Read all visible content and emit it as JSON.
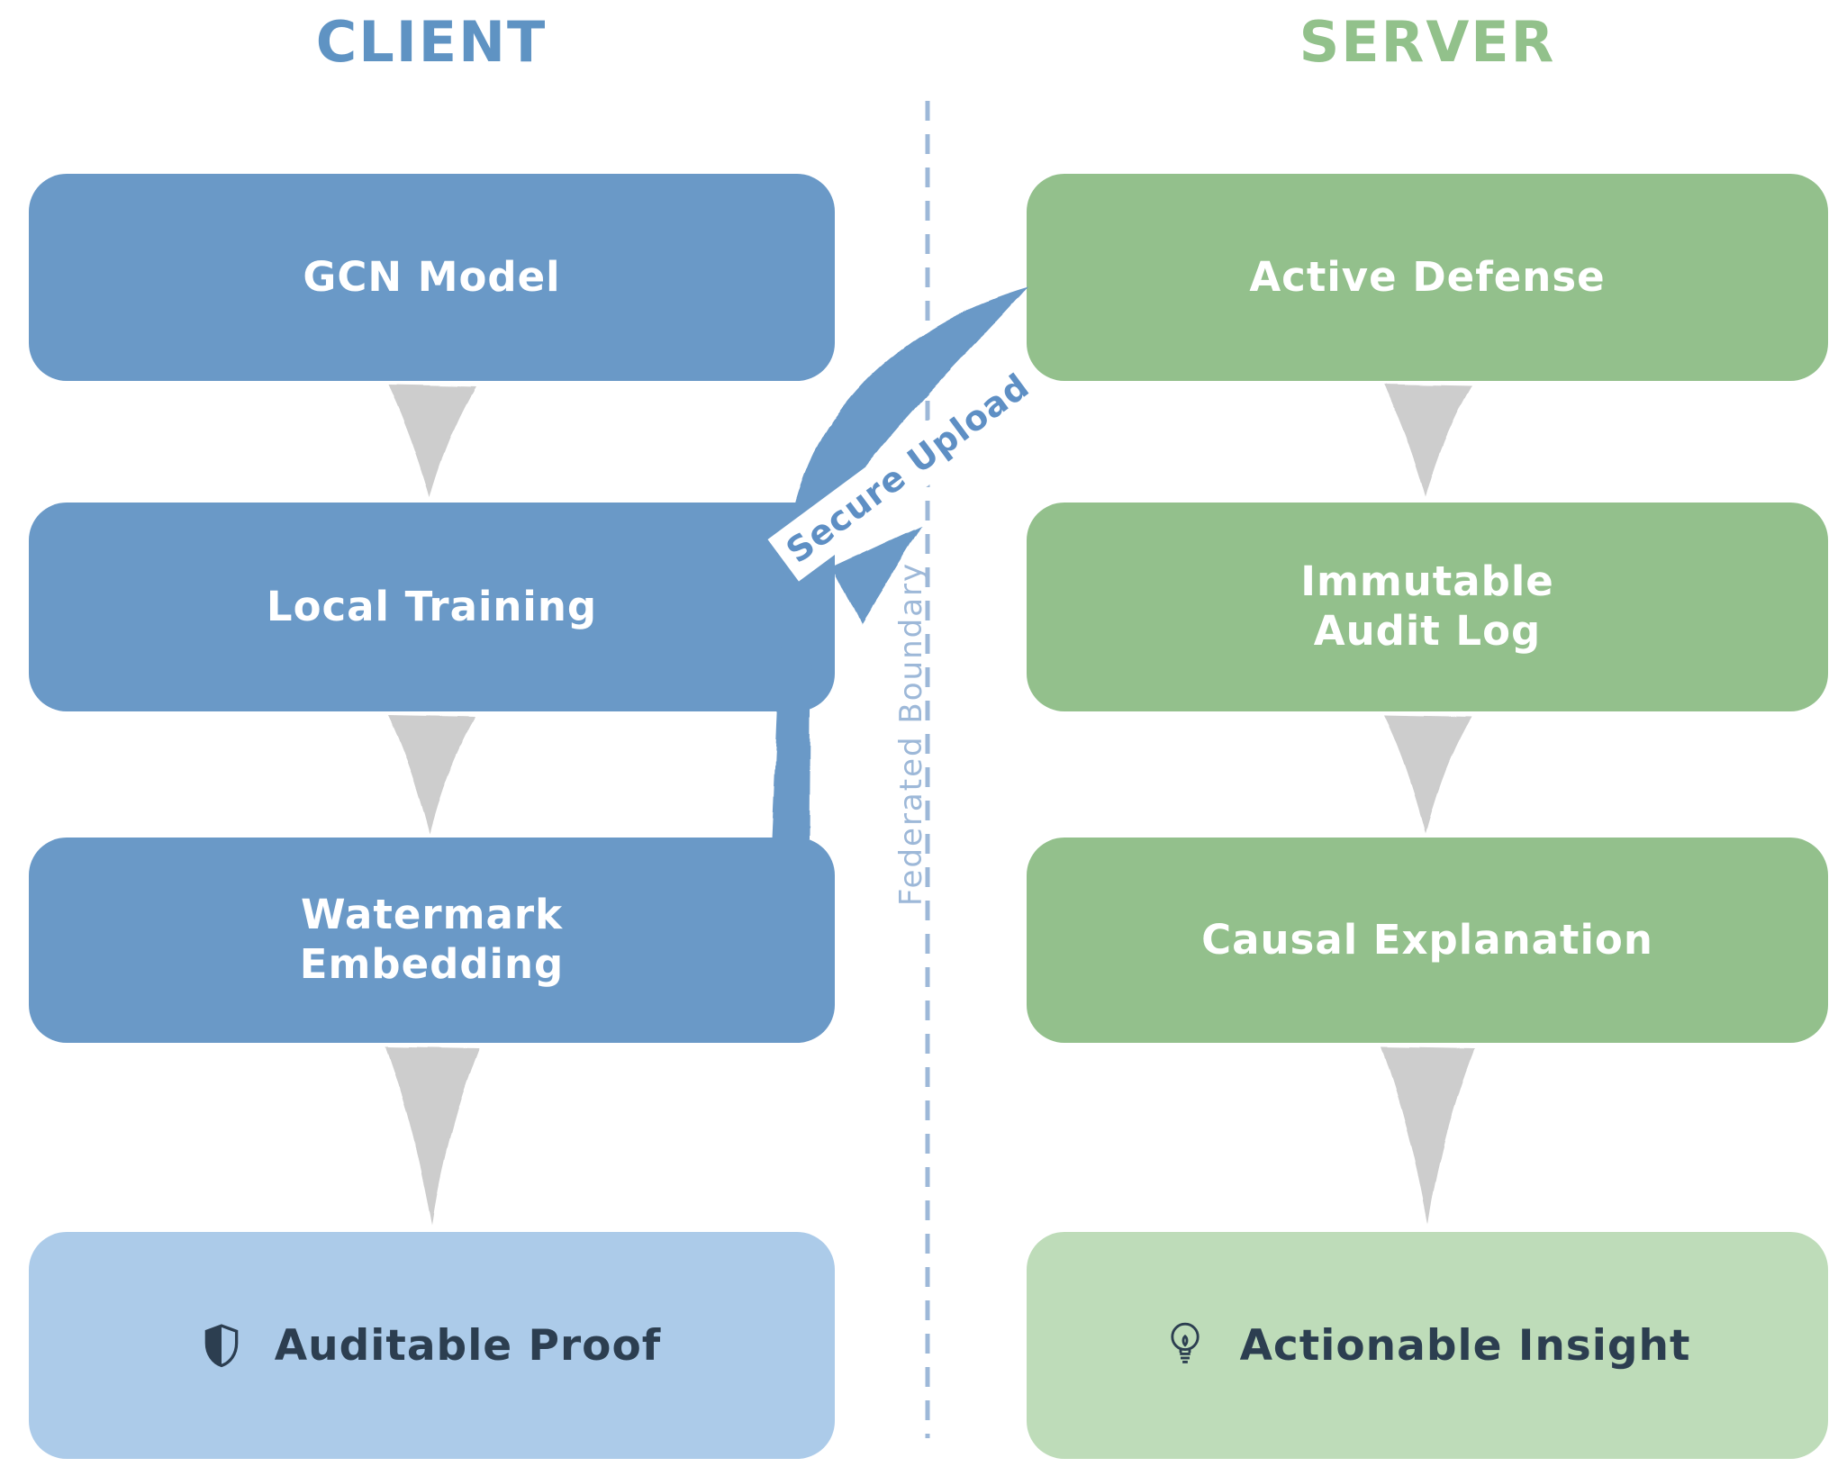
{
  "client": {
    "title": "CLIENT",
    "steps": [
      "GCN Model",
      "Local Training",
      "Watermark\nEmbedding"
    ],
    "result_label": "Auditable Proof",
    "result_icon": "shield-half-icon"
  },
  "server": {
    "title": "SERVER",
    "steps": [
      "Active Defense",
      "Immutable\nAudit Log",
      "Causal Explanation"
    ],
    "result_label": "Actionable Insight",
    "result_icon": "lightbulb-icon"
  },
  "boundary_label": "Federated Boundary",
  "arrow_label": "Secure Upload",
  "colors": {
    "client_box": "#6a99c7",
    "client_box_light": "#accbe9",
    "client_header": "#5f93c3",
    "server_box": "#93c08c",
    "server_box_light": "#bedcb9",
    "server_header": "#92c18b",
    "connector_gray": "#cdcdcd",
    "boundary_blue": "#9db8d8",
    "arrow_blue": "#6a99c7",
    "arrow_label_blue": "#5e8fc4",
    "dark_text": "#2c3e50",
    "background": "#ffffff"
  }
}
